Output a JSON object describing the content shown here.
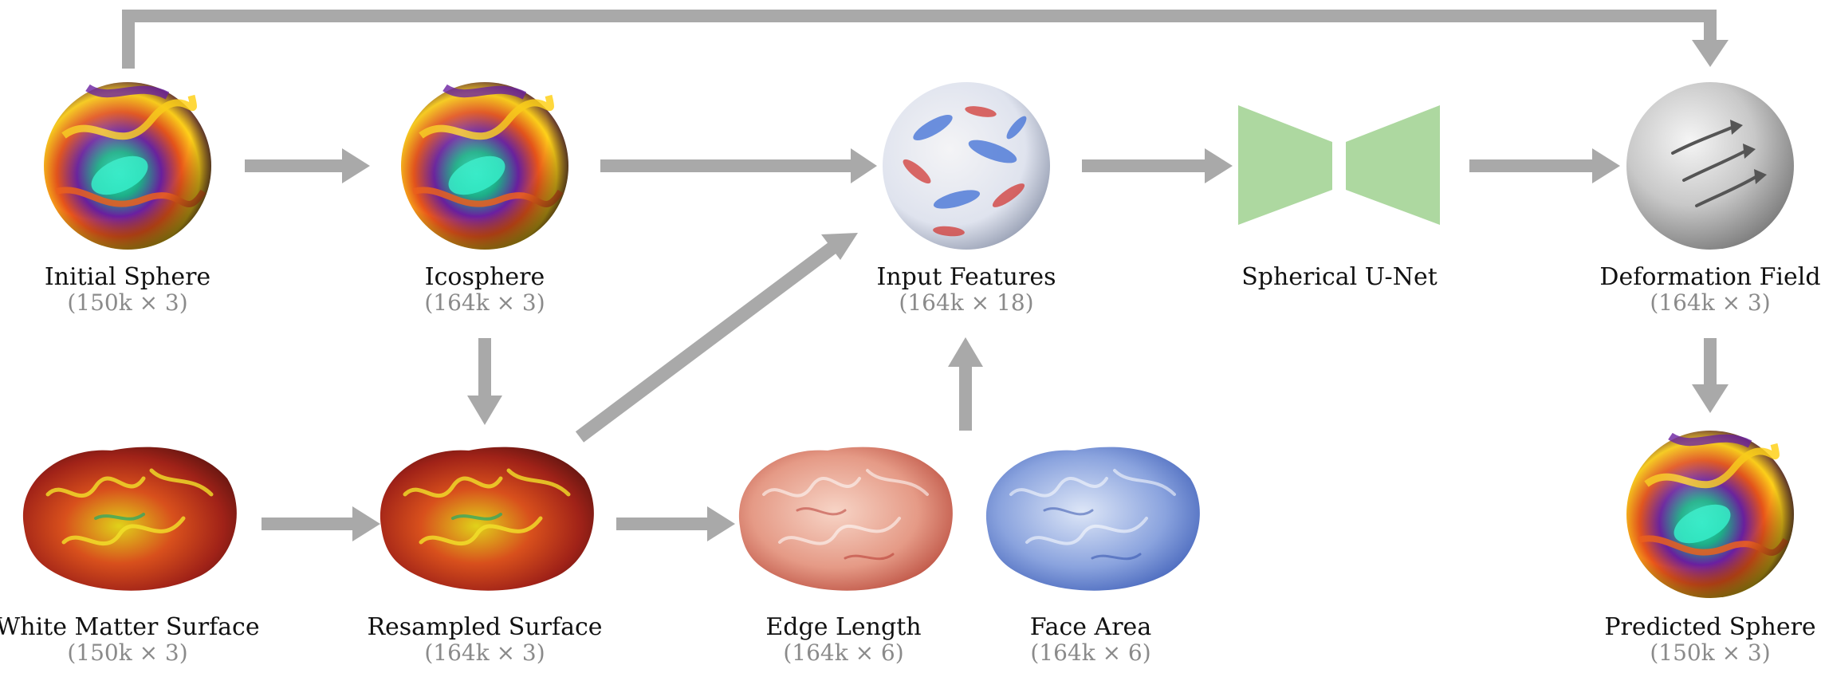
{
  "colors": {
    "arrow": "#a9a9a9",
    "unet": "#add8a0",
    "label_title": "#111111",
    "label_dims": "#8a8a8a"
  },
  "nodes": {
    "initial_sphere": {
      "title": "Initial Sphere",
      "dims": "(150k × 3)"
    },
    "icosphere": {
      "title": "Icosphere",
      "dims": "(164k × 3)"
    },
    "input_features": {
      "title": "Input Features",
      "dims": "(164k × 18)"
    },
    "spherical_unet": {
      "title": "Spherical U-Net"
    },
    "deformation_field": {
      "title": "Deformation Field",
      "dims": "(164k × 3)"
    },
    "white_matter_surface": {
      "title": "White Matter Surface",
      "dims": "(150k × 3)"
    },
    "resampled_surface": {
      "title": "Resampled Surface",
      "dims": "(164k × 3)"
    },
    "edge_length": {
      "title": "Edge Length",
      "dims": "(164k × 6)"
    },
    "face_area": {
      "title": "Face Area",
      "dims": "(164k × 6)"
    },
    "predicted_sphere": {
      "title": "Predicted Sphere",
      "dims": "(150k × 3)"
    }
  }
}
